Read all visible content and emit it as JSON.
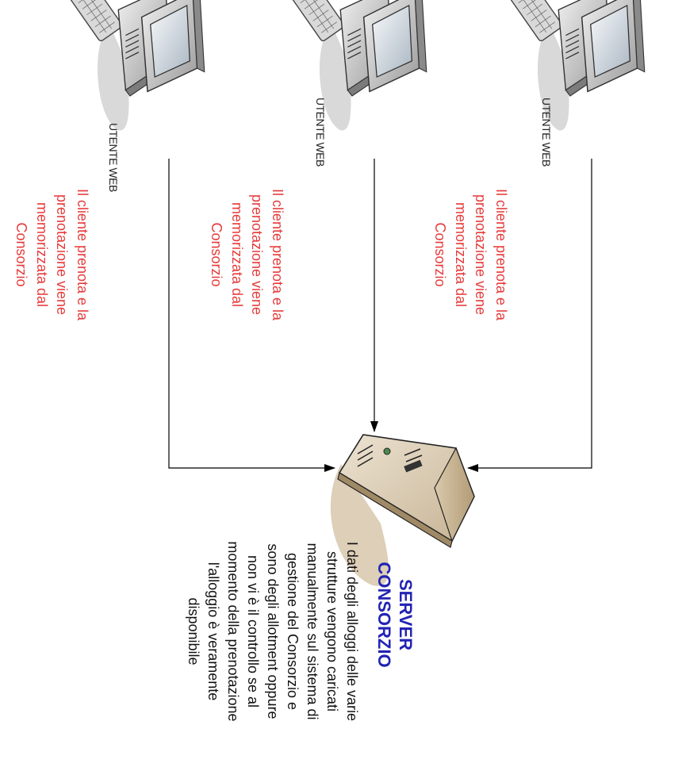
{
  "clients": [
    {
      "label": "UTENTE WEB",
      "note_lines": [
        "Il cliente prenota e la",
        "prenotazione viene",
        "memorizzata dal",
        "Consorzio"
      ]
    },
    {
      "label": "UTENTE WEB",
      "note_lines": [
        "Il cliente prenota e la",
        "prenotazione viene",
        "memorizzata dal",
        "Consorzio"
      ]
    },
    {
      "label": "UTENTE WEB",
      "note_lines": [
        "Il cliente prenota e la",
        "prenotazione viene",
        "memorizzata dal",
        "Consorzio"
      ]
    }
  ],
  "server": {
    "title_lines": [
      "SERVER",
      "CONSORZIO"
    ],
    "description_lines": [
      "I dati degli alloggi delle varie",
      "strutture vengono caricati",
      "manualmente sul sistema di",
      "gestione del Consorzio e",
      "sono degli allotment oppure",
      "non vi è il controllo se al",
      "momento della prenotazione",
      "l'alloggio è veramente",
      "disponibile"
    ]
  },
  "colors": {
    "note": "#e63b3b",
    "title": "#2323b4",
    "connector": "#000000"
  },
  "icons": [
    "computer-icon",
    "keyboard-icon",
    "server-icon",
    "arrow-right-icon",
    "arrow-down-icon",
    "arrow-left-icon"
  ]
}
